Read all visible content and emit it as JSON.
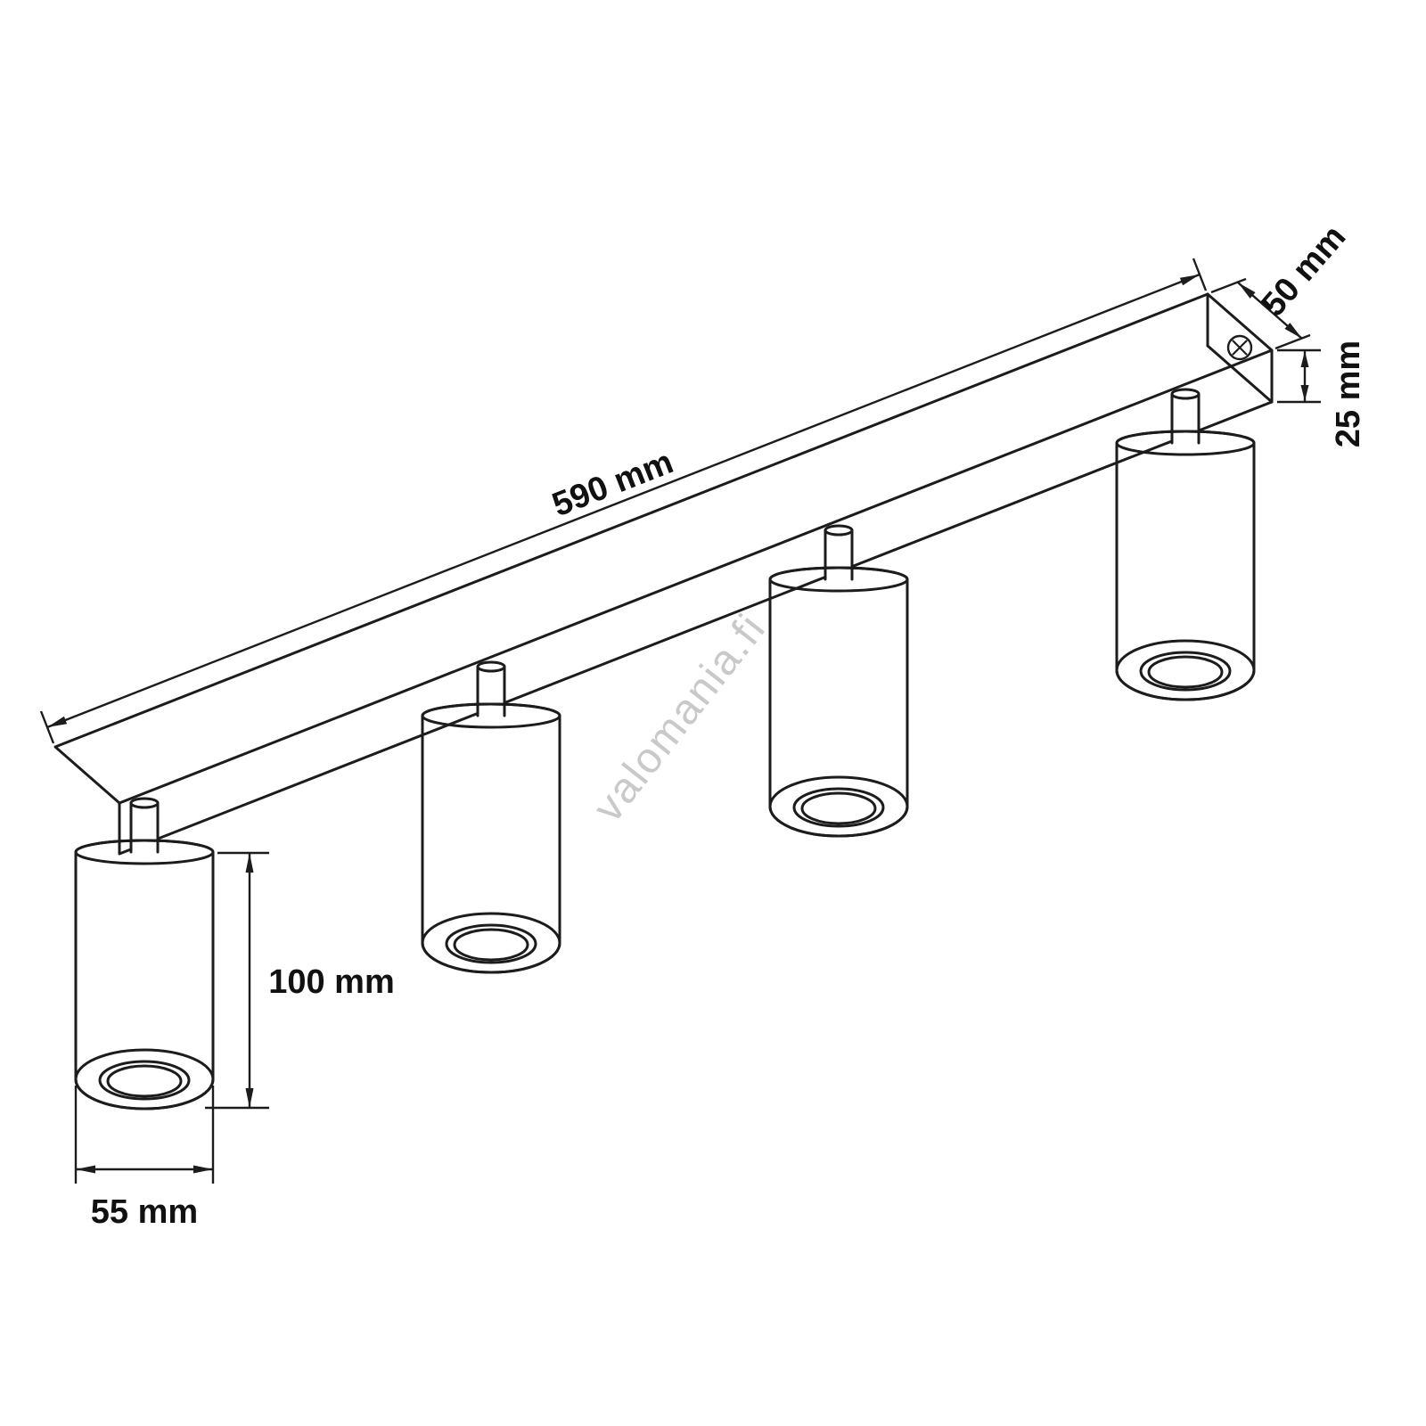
{
  "watermark": "valomania.fi",
  "dimensions": {
    "rail_length": "590 mm",
    "rail_width": "50 mm",
    "rail_height": "25 mm",
    "spot_height": "100 mm",
    "spot_diameter": "55 mm"
  }
}
